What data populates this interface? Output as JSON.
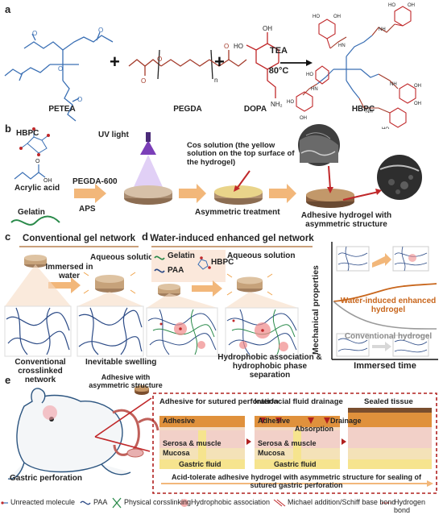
{
  "panels": {
    "a": "a",
    "b": "b",
    "c": "c",
    "d": "d",
    "e": "e"
  },
  "a": {
    "molecules": [
      "PETEA",
      "PEGDA",
      "DOPA",
      "HBPC"
    ],
    "reagent": "TEA",
    "condition": "80°C",
    "plus": "+",
    "n_sub": "n",
    "oh": "OH",
    "ho": "HO",
    "nh2": "NH₂",
    "nh": "NH",
    "hn": "HN",
    "o": "O"
  },
  "b": {
    "hbpc": "HBPC",
    "acrylic_acid": "Acrylic acid",
    "gelatin": "Gelatin",
    "pegda600": "PEGDA-600",
    "aps": "APS",
    "uv_light": "UV light",
    "cos_solution": "Cos solution (the yellow solution on the top surface of the hydrogel)",
    "asym_treatment": "Asymmetric treatment",
    "adhesive_hydrogel": "Adhesive hydrogel with asymmetric structure"
  },
  "c": {
    "title": "Conventional  gel network",
    "immersed": "Immersed in water",
    "aqueous": "Aqueous solution",
    "network": "Conventional crosslinked network",
    "swelling": "Inevitable swelling"
  },
  "d": {
    "title": "Water-induced enhanced gel network",
    "gelatin": "Gelatin",
    "paa": "PAA",
    "hbpc": "HBPC",
    "aqueous": "Aqueous solution",
    "association": "Hydrophobic association & hydrophobic phase separation"
  },
  "graph": {
    "ylabel": "Mechanical properties",
    "xlabel": "Immersed time",
    "enhanced": "Water-induced enhanced hydrogel",
    "conventional": "Conventional  hydrogel",
    "colors": {
      "enhanced": "#c8661c",
      "conventional": "#9a9a9a"
    }
  },
  "e": {
    "adhesive_note": "Adhesive  with asymmetric structure",
    "gastric_perforation": "Gastric perforation",
    "stage1": "Adhesive for sutured perforation",
    "stage2": "Interfacial fluid drainage",
    "stage3": "Sealed tissue",
    "adhesive": "Adhesive",
    "serosa": "Serosa & muscle",
    "mucosa": "Mucosa",
    "gastric_fluid": "Gastric fluid",
    "absorption": "Absorption",
    "drainage": "Drainage",
    "caption": "Acid-tolerate adhesive hydrogel with asymmetric structure  for sealing of sutured  gastric perforation"
  },
  "legend": [
    {
      "label": "Unreacted molecule",
      "icon": "unreacted-molecule-icon"
    },
    {
      "label": "PAA",
      "icon": "paa-icon"
    },
    {
      "label": "Physical corsslinking",
      "icon": "physical-crosslinking-icon"
    },
    {
      "label": "Hydrophobic association",
      "icon": "hydrophobic-association-icon"
    },
    {
      "label": "Michael addition/Schiff base bond",
      "icon": "michael-addition-icon"
    },
    {
      "label": "Hydrogen bond",
      "icon": "hydrogen-bond-icon"
    }
  ]
}
